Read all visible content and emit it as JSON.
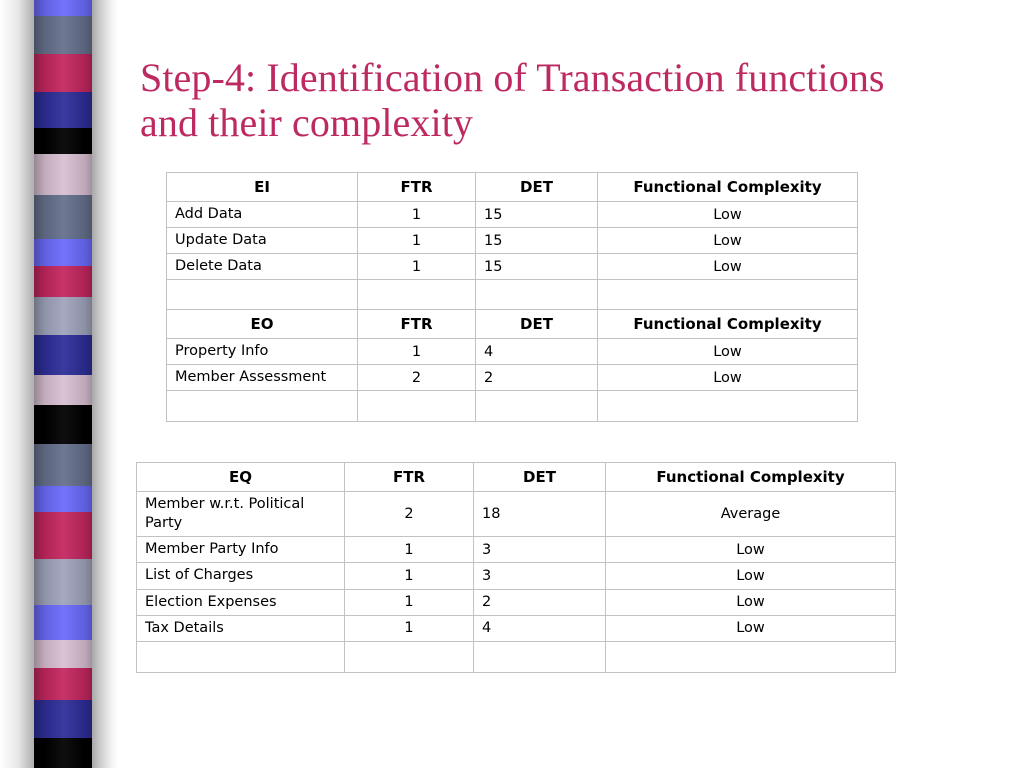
{
  "slide": {
    "title": "Step-4: Identification of Transaction functions and their complexity",
    "title_color": "#bd2a62",
    "background_color": "#ffffff"
  },
  "decoration": {
    "name": "vertical-color-ribbon",
    "bands": [
      {
        "color": "#6b6bfb",
        "height": 18
      },
      {
        "color": "#66708c",
        "height": 44
      },
      {
        "color": "#c4275f",
        "height": 44
      },
      {
        "color": "#2e2e99",
        "height": 42
      },
      {
        "color": "#000000",
        "height": 30
      },
      {
        "color": "#d8c0d2",
        "height": 48
      },
      {
        "color": "#66708c",
        "height": 50
      },
      {
        "color": "#6b6bfb",
        "height": 32
      },
      {
        "color": "#c4275f",
        "height": 36
      },
      {
        "color": "#a0a4bc",
        "height": 44
      },
      {
        "color": "#2e2e99",
        "height": 46
      },
      {
        "color": "#d8c0d2",
        "height": 34
      },
      {
        "color": "#000000",
        "height": 46
      },
      {
        "color": "#66708c",
        "height": 48
      },
      {
        "color": "#6b6bfb",
        "height": 30
      },
      {
        "color": "#c4275f",
        "height": 54
      },
      {
        "color": "#a0a4bc",
        "height": 54
      },
      {
        "color": "#6b6bfb",
        "height": 40
      },
      {
        "color": "#d8c0d2",
        "height": 32
      },
      {
        "color": "#c4275f",
        "height": 38
      },
      {
        "color": "#2e2e99",
        "height": 44
      },
      {
        "color": "#000000",
        "height": 34
      }
    ]
  },
  "tables": {
    "ei": {
      "headers": [
        "EI",
        "FTR",
        "DET",
        "Functional Complexity"
      ],
      "rows": [
        {
          "name": "Add Data",
          "ftr": "1",
          "det": "15",
          "complexity": "Low"
        },
        {
          "name": "Update Data",
          "ftr": "1",
          "det": "15",
          "complexity": "Low"
        },
        {
          "name": "Delete Data",
          "ftr": "1",
          "det": "15",
          "complexity": "Low"
        },
        {
          "name": "",
          "ftr": "",
          "det": "",
          "complexity": ""
        }
      ]
    },
    "eo": {
      "headers": [
        "EO",
        "FTR",
        "DET",
        "Functional Complexity"
      ],
      "rows": [
        {
          "name": "Property Info",
          "ftr": "1",
          "det": "4",
          "complexity": "Low"
        },
        {
          "name": "Member Assessment",
          "ftr": "2",
          "det": "2",
          "complexity": "Low"
        },
        {
          "name": "",
          "ftr": "",
          "det": "",
          "complexity": ""
        }
      ]
    },
    "eq": {
      "headers": [
        "EQ",
        "FTR",
        "DET",
        "Functional Complexity"
      ],
      "rows": [
        {
          "name": "Member w.r.t. Political Party",
          "ftr": "2",
          "det": "18",
          "complexity": "Average"
        },
        {
          "name": "Member Party Info",
          "ftr": "1",
          "det": "3",
          "complexity": "Low"
        },
        {
          "name": "List of Charges",
          "ftr": "1",
          "det": "3",
          "complexity": "Low"
        },
        {
          "name": "Election Expenses",
          "ftr": "1",
          "det": "2",
          "complexity": "Low"
        },
        {
          "name": "Tax Details",
          "ftr": "1",
          "det": "4",
          "complexity": "Low"
        },
        {
          "name": "",
          "ftr": "",
          "det": "",
          "complexity": ""
        }
      ]
    }
  }
}
